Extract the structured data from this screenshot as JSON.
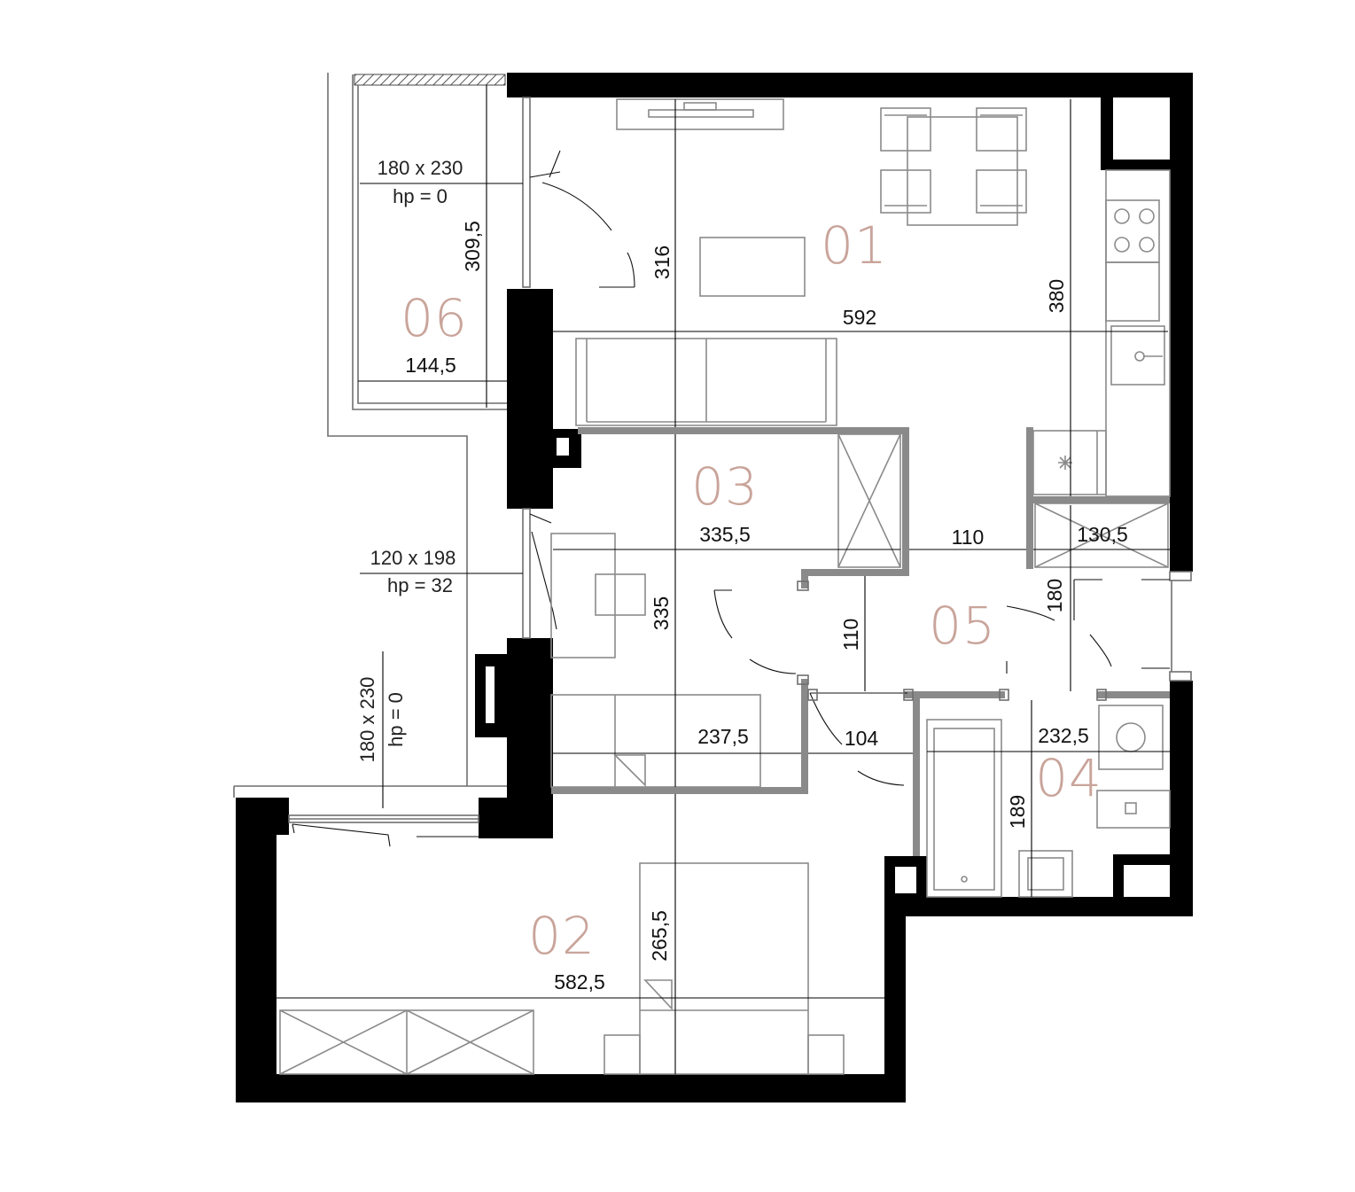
{
  "colors": {
    "walls": "#000000",
    "partitions": "#8a8a8a",
    "room_numbers": "#c9a49a",
    "dimensions": "#111111"
  },
  "rooms": [
    {
      "id": "01"
    },
    {
      "id": "02"
    },
    {
      "id": "03"
    },
    {
      "id": "04"
    },
    {
      "id": "05"
    },
    {
      "id": "06"
    }
  ],
  "dimensions": {
    "d316": "316",
    "d380": "380",
    "d592": "592",
    "d309_5": "309,5",
    "d144_5": "144,5",
    "d335_5": "335,5",
    "d110a": "110",
    "d130_5": "130,5",
    "d180": "180",
    "d335": "335",
    "d110b": "110",
    "d237_5": "237,5",
    "d104": "104",
    "d232_5": "232,5",
    "d189": "189",
    "d265_5": "265,5",
    "d582_5": "582,5"
  },
  "windows": {
    "w1_size": "180 x 230",
    "w1_hp": "hp = 0",
    "w2_size": "120 x 198",
    "w2_hp": "hp = 32",
    "w3_size": "180 x 230",
    "w3_hp": "hp = 0"
  }
}
